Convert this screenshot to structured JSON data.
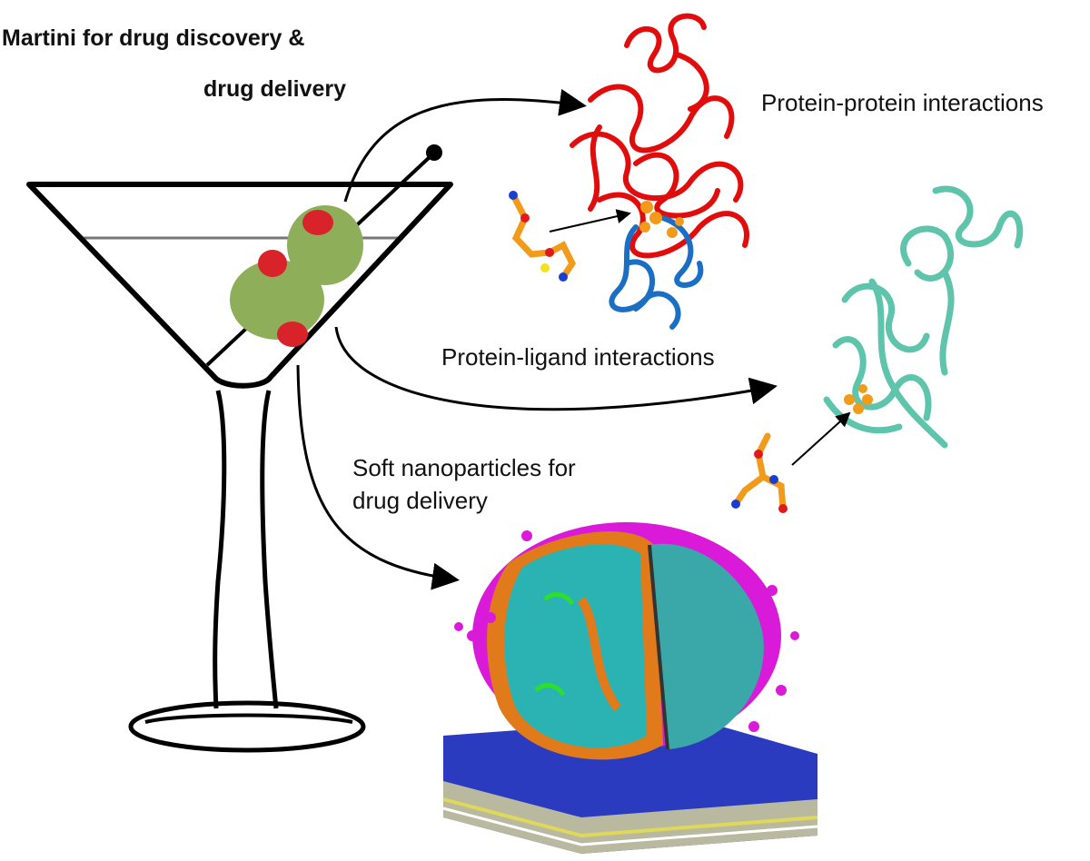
{
  "title_line1": "Martini for drug discovery &",
  "title_line2": "drug delivery",
  "labels": {
    "ppi": "Protein-protein interactions",
    "pli": "Protein-ligand interactions",
    "nano_line1": "Soft nanoparticles for",
    "nano_line2": "drug delivery"
  },
  "colors": {
    "protein_red": "#e10d0d",
    "protein_blue": "#1a6fc4",
    "protein_teal": "#5ec4ac",
    "ligand_orange": "#f29a1a",
    "olive_green": "#8fae5a",
    "pimento_red": "#d8232a",
    "lipid_magenta": "#d91ad9",
    "lipid_cyan": "#2bb3b3",
    "membrane_blue": "#1f2fb8"
  }
}
